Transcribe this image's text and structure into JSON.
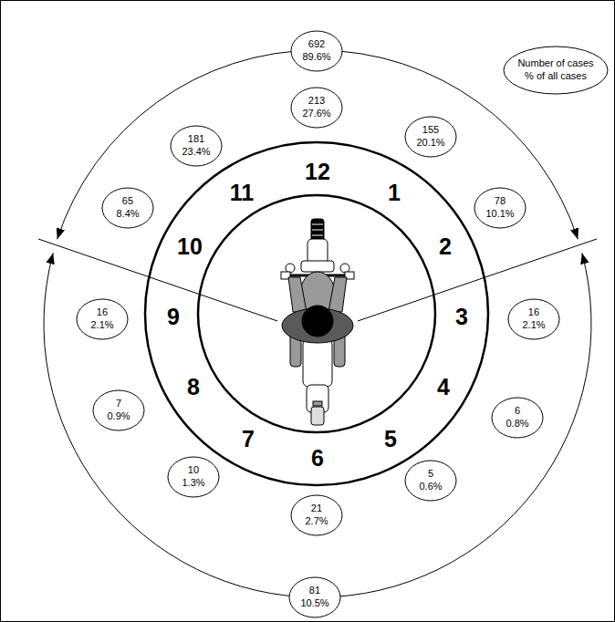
{
  "diagram": {
    "nodes": [
      {
        "text": [
          "692",
          "89.6%"
        ]
      },
      {
        "text": [
          "Number of cases",
          "% of all cases"
        ]
      },
      {
        "text": [
          "213",
          "27.6%"
        ]
      },
      {
        "text": [
          "155",
          "20.1%"
        ]
      },
      {
        "text": [
          "181",
          "23.4%"
        ]
      },
      {
        "text": [
          "65",
          "8.4%"
        ]
      },
      {
        "text": [
          "78",
          "10.1%"
        ]
      },
      {
        "text": [
          "16",
          "2.1%"
        ]
      },
      {
        "text": [
          "16",
          "2.1%"
        ]
      },
      {
        "text": [
          "7",
          "0.9%"
        ]
      },
      {
        "text": [
          "6",
          "0.8%"
        ]
      },
      {
        "text": [
          "10",
          "1.3%"
        ]
      },
      {
        "text": [
          "5",
          "0.6%"
        ]
      },
      {
        "text": [
          "21",
          "2.7%"
        ]
      },
      {
        "text": [
          "81",
          "10.5%"
        ]
      }
    ],
    "labels": [
      "12",
      "11",
      "1",
      "10",
      "2",
      "9",
      "3",
      "8",
      "4",
      "7",
      "5",
      "6"
    ]
  }
}
